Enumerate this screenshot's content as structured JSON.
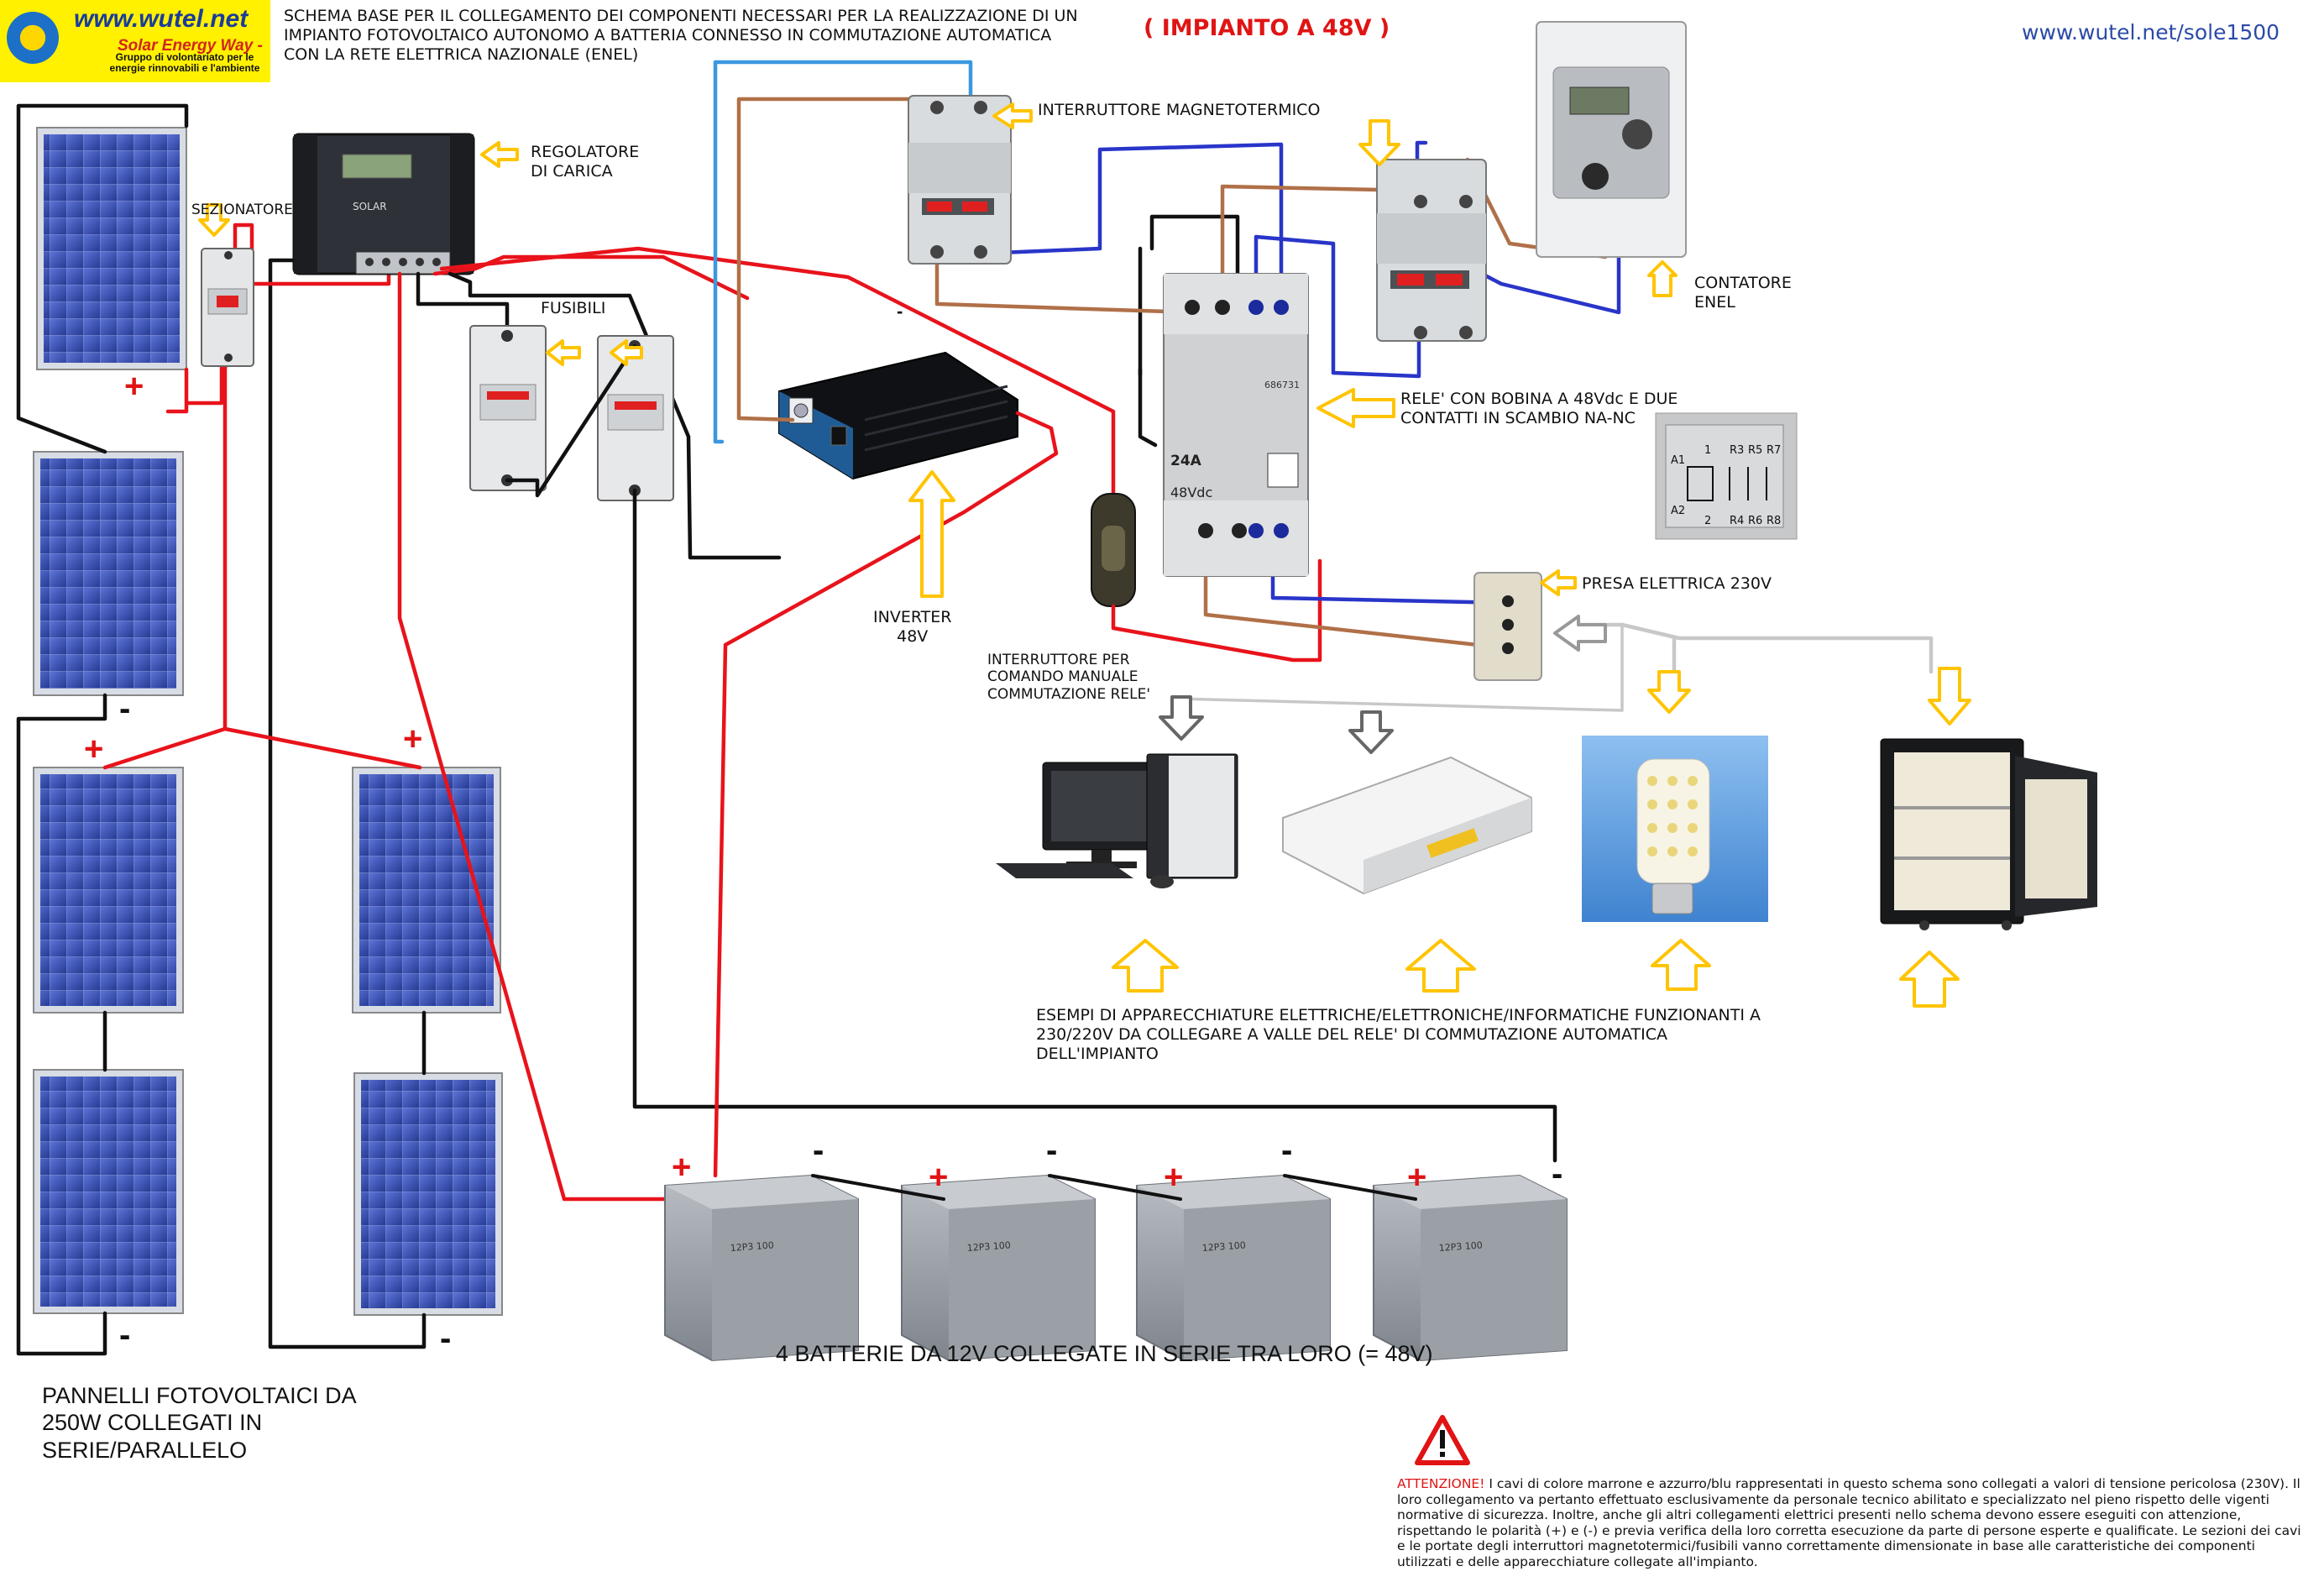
{
  "logo": {
    "site": "www.wutel.net",
    "tagline": "Solar Energy Way -",
    "group": "Gruppo di volontariato per le energie rinnovabili e l'ambiente"
  },
  "header": {
    "description": "SCHEMA BASE PER IL COLLEGAMENTO DEI COMPONENTI NECESSARI PER LA REALIZZAZIONE DI UN\nIMPIANTO FOTOVOLTAICO AUTONOMO A BATTERIA CONNESSO IN COMMUTAZIONE AUTOMATICA\nCON LA RETE ELETTRICA NAZIONALE (ENEL)",
    "system_voltage": "( IMPIANTO A 48V )",
    "url": "www.wutel.net/sole1500"
  },
  "labels": {
    "sezionatore": "SEZIONATORE",
    "regolatore": "REGOLATORE\nDI CARICA",
    "fusibili": "FUSIBILI",
    "magnetotermico": "INTERRUTTORE MAGNETOTERMICO",
    "contatore": "CONTATORE\nENEL",
    "rele": "RELE' CON BOBINA A 48Vdc  E DUE\nCONTATTI IN SCAMBIO NA-NC",
    "presa": "PRESA ELETTRICA 230V",
    "inverter": "INVERTER\n48V",
    "interruttore_manuale": "INTERRUTTORE PER\nCOMANDO MANUALE\nCOMMUTAZIONE RELE'",
    "esempi": "ESEMPI   DI APPARECCHIATURE ELETTRICHE/ELETTRONICHE/INFORMATICHE FUNZIONANTI A\n230/220V DA COLLEGARE A VALLE DEL RELE' DI COMMUTAZIONE AUTOMATICA\nDELL'IMPIANTO",
    "batterie": "4 BATTERIE DA 12V COLLEGATE IN SERIE TRA LORO (= 48V)",
    "pannelli": "PANNELLI FOTOVOLTAICI DA\n250W COLLEGATI IN\nSERIE/PARALLELO"
  },
  "relay_markings": {
    "rating": "24A",
    "coil": "48Vdc",
    "code": "686731"
  },
  "relay_pinout": [
    "A1",
    "1",
    "2",
    "R3",
    "R5",
    "R7",
    "A2",
    "R4",
    "R6",
    "R8"
  ],
  "controller_marking": "SOLAR",
  "battery_marking": "12P3 100",
  "signs": {
    "plus": "+",
    "minus": "-"
  },
  "warning": {
    "head": "ATTENZIONE!",
    "body": " I cavi di colore marrone e azzurro/blu rappresentati in questo schema sono collegati a valori di tensione pericolosa (230V). Il loro collegamento va pertanto effettuato esclusivamente da personale tecnico abilitato e specializzato nel pieno rispetto delle vigenti normative di sicurezza. Inoltre, anche gli altri collegamenti elettrici presenti nello schema devono essere eseguiti con attenzione, rispettando le polarità (+) e (-) e previa verifica della loro corretta esecuzione da parte di persone esperte e qualificate. Le sezioni dei cavi e le portate degli interruttori magnetotermici/fusibili vanno correttamente dimensionate in base alle caratteristiche dei componenti utilizzati e delle apparecchiature collegate all'impianto."
  },
  "colors": {
    "positive_wire": "#e8131b",
    "negative_wire": "#111111",
    "phase_wire": "#b07048",
    "neutral_wire": "#2935c9",
    "light_blue_wire": "#3a98e0",
    "grey_wire": "#c8c8c8",
    "arrow_yellow": "#ffc400",
    "panel_blue": "#2b3fa8"
  }
}
